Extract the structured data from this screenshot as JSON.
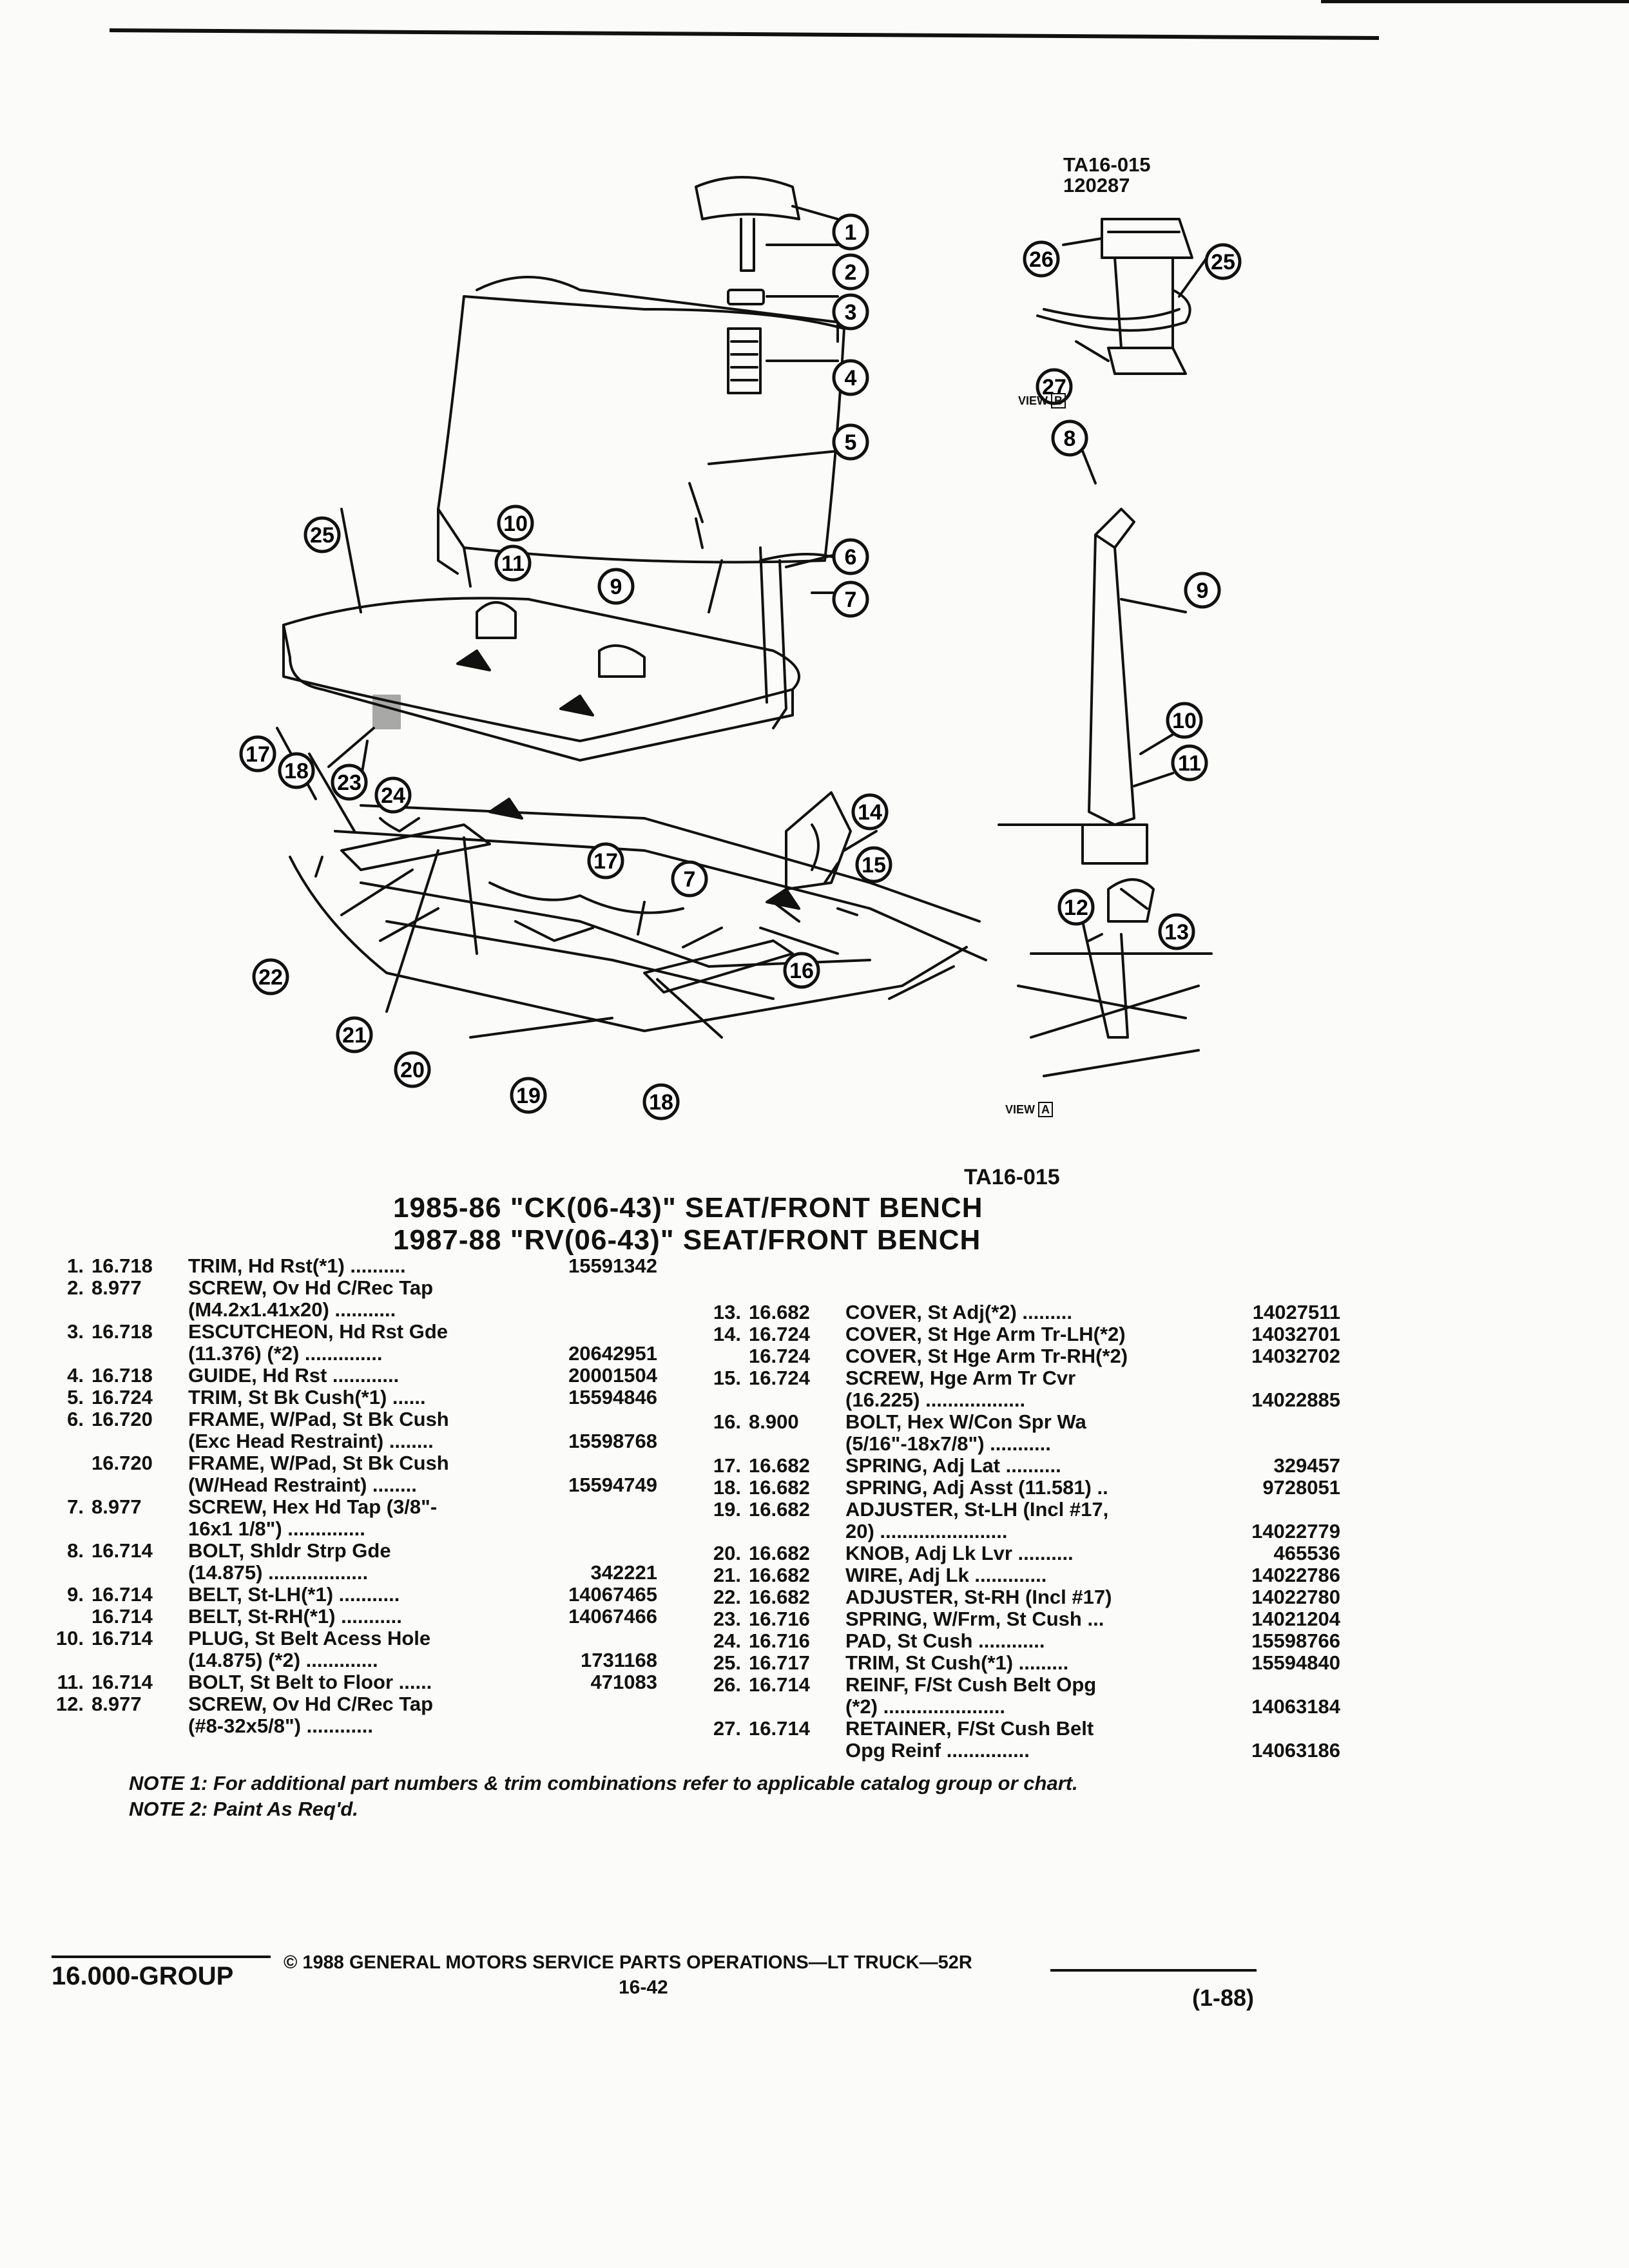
{
  "header": {
    "diagram_code_top": "TA16-015",
    "diagram_date": "120287",
    "diagram_code_bottom": "TA16-015",
    "view_b_label": "VIEW",
    "view_b_letter": "B",
    "view_a_label": "VIEW",
    "view_a_letter": "A"
  },
  "callouts": [
    "1",
    "2",
    "3",
    "4",
    "5",
    "6",
    "7",
    "8",
    "9",
    "10",
    "11",
    "12",
    "13",
    "14",
    "15",
    "16",
    "17",
    "18",
    "19",
    "20",
    "21",
    "22",
    "23",
    "24",
    "25",
    "26",
    "27"
  ],
  "titles": {
    "line1": "1985-86 \"CK(06-43)\" SEAT/FRONT BENCH",
    "line2": "1987-88 \"RV(06-43)\" SEAT/FRONT BENCH"
  },
  "left_rows": [
    {
      "n": "1.",
      "g": "16.718",
      "d": "TRIM, Hd Rst(*1) ..........",
      "p": "15591342"
    },
    {
      "n": "2.",
      "g": "8.977",
      "d": "SCREW, Ov Hd C/Rec Tap",
      "p": ""
    },
    {
      "n": "",
      "g": "",
      "d": "(M4.2x1.41x20)  ...........",
      "p": ""
    },
    {
      "n": "3.",
      "g": "16.718",
      "d": "ESCUTCHEON, Hd Rst Gde",
      "p": ""
    },
    {
      "n": "",
      "g": "",
      "d": "(11.376) (*2) ..............",
      "p": "20642951"
    },
    {
      "n": "4.",
      "g": "16.718",
      "d": "GUIDE, Hd Rst ............",
      "p": "20001504"
    },
    {
      "n": "5.",
      "g": "16.724",
      "d": "TRIM, St Bk Cush(*1) ......",
      "p": "15594846"
    },
    {
      "n": "6.",
      "g": "16.720",
      "d": "FRAME, W/Pad, St Bk Cush",
      "p": ""
    },
    {
      "n": "",
      "g": "",
      "d": "(Exc Head Restraint) ........",
      "p": "15598768"
    },
    {
      "n": "",
      "g": "16.720",
      "d": "FRAME, W/Pad, St Bk Cush",
      "p": ""
    },
    {
      "n": "",
      "g": "",
      "d": "(W/Head Restraint) ........",
      "p": "15594749"
    },
    {
      "n": "7.",
      "g": "8.977",
      "d": "SCREW, Hex Hd Tap (3/8\"-",
      "p": ""
    },
    {
      "n": "",
      "g": "",
      "d": "16x1 1/8\") ..............",
      "p": ""
    },
    {
      "n": "8.",
      "g": "16.714",
      "d": "BOLT, Shldr Strp Gde",
      "p": ""
    },
    {
      "n": "",
      "g": "",
      "d": "(14.875) ..................",
      "p": "342221"
    },
    {
      "n": "9.",
      "g": "16.714",
      "d": "BELT, St-LH(*1) ...........",
      "p": "14067465"
    },
    {
      "n": "",
      "g": "16.714",
      "d": "BELT, St-RH(*1) ...........",
      "p": "14067466"
    },
    {
      "n": "10.",
      "g": "16.714",
      "d": "PLUG, St Belt Acess Hole",
      "p": ""
    },
    {
      "n": "",
      "g": "",
      "d": "(14.875) (*2) .............",
      "p": "1731168"
    },
    {
      "n": "11.",
      "g": "16.714",
      "d": "BOLT, St Belt to Floor ......",
      "p": "471083"
    },
    {
      "n": "12.",
      "g": "8.977",
      "d": "SCREW, Ov Hd C/Rec Tap",
      "p": ""
    },
    {
      "n": "",
      "g": "",
      "d": "(#8-32x5/8\") ............",
      "p": ""
    }
  ],
  "right_rows": [
    {
      "n": "13.",
      "g": "16.682",
      "d": "COVER, St Adj(*2) .........",
      "p": "14027511"
    },
    {
      "n": "14.",
      "g": "16.724",
      "d": "COVER, St Hge Arm Tr-LH(*2)",
      "p": "14032701"
    },
    {
      "n": "",
      "g": "16.724",
      "d": "COVER, St Hge Arm Tr-RH(*2)",
      "p": "14032702"
    },
    {
      "n": "15.",
      "g": "16.724",
      "d": "SCREW, Hge Arm Tr Cvr",
      "p": ""
    },
    {
      "n": "",
      "g": "",
      "d": "(16.225) ..................",
      "p": "14022885"
    },
    {
      "n": "16.",
      "g": "8.900",
      "d": "BOLT, Hex W/Con Spr Wa",
      "p": ""
    },
    {
      "n": "",
      "g": "",
      "d": "(5/16\"-18x7/8\") ...........",
      "p": ""
    },
    {
      "n": "17.",
      "g": "16.682",
      "d": "SPRING, Adj Lat ..........",
      "p": "329457"
    },
    {
      "n": "18.",
      "g": "16.682",
      "d": "SPRING, Adj Asst (11.581) ..",
      "p": "9728051"
    },
    {
      "n": "19.",
      "g": "16.682",
      "d": "ADJUSTER, St-LH (Incl #17,",
      "p": ""
    },
    {
      "n": "",
      "g": "",
      "d": "20) .......................",
      "p": "14022779"
    },
    {
      "n": "20.",
      "g": "16.682",
      "d": "KNOB, Adj Lk Lvr ..........",
      "p": "465536"
    },
    {
      "n": "21.",
      "g": "16.682",
      "d": "WIRE, Adj Lk .............",
      "p": "14022786"
    },
    {
      "n": "22.",
      "g": "16.682",
      "d": "ADJUSTER, St-RH (Incl #17)",
      "p": "14022780"
    },
    {
      "n": "23.",
      "g": "16.716",
      "d": "SPRING, W/Frm, St Cush ...",
      "p": "14021204"
    },
    {
      "n": "24.",
      "g": "16.716",
      "d": "PAD, St Cush ............",
      "p": "15598766"
    },
    {
      "n": "25.",
      "g": "16.717",
      "d": "TRIM, St Cush(*1) .........",
      "p": "15594840"
    },
    {
      "n": "26.",
      "g": "16.714",
      "d": "REINF, F/St Cush Belt Opg",
      "p": ""
    },
    {
      "n": "",
      "g": "",
      "d": "(*2) ......................",
      "p": "14063184"
    },
    {
      "n": "27.",
      "g": "16.714",
      "d": "RETAINER, F/St Cush Belt",
      "p": ""
    },
    {
      "n": "",
      "g": "",
      "d": "Opg Reinf ...............",
      "p": "14063186"
    }
  ],
  "notes": {
    "note1": "NOTE 1: For additional part numbers & trim combinations refer to applicable catalog group or chart.",
    "note2": "NOTE 2: Paint As Req'd."
  },
  "footer": {
    "group": "16.000-GROUP",
    "copyright": "© 1988 GENERAL MOTORS SERVICE PARTS OPERATIONS—LT TRUCK—52R",
    "page": "16-42",
    "revision": "(1-88)"
  }
}
